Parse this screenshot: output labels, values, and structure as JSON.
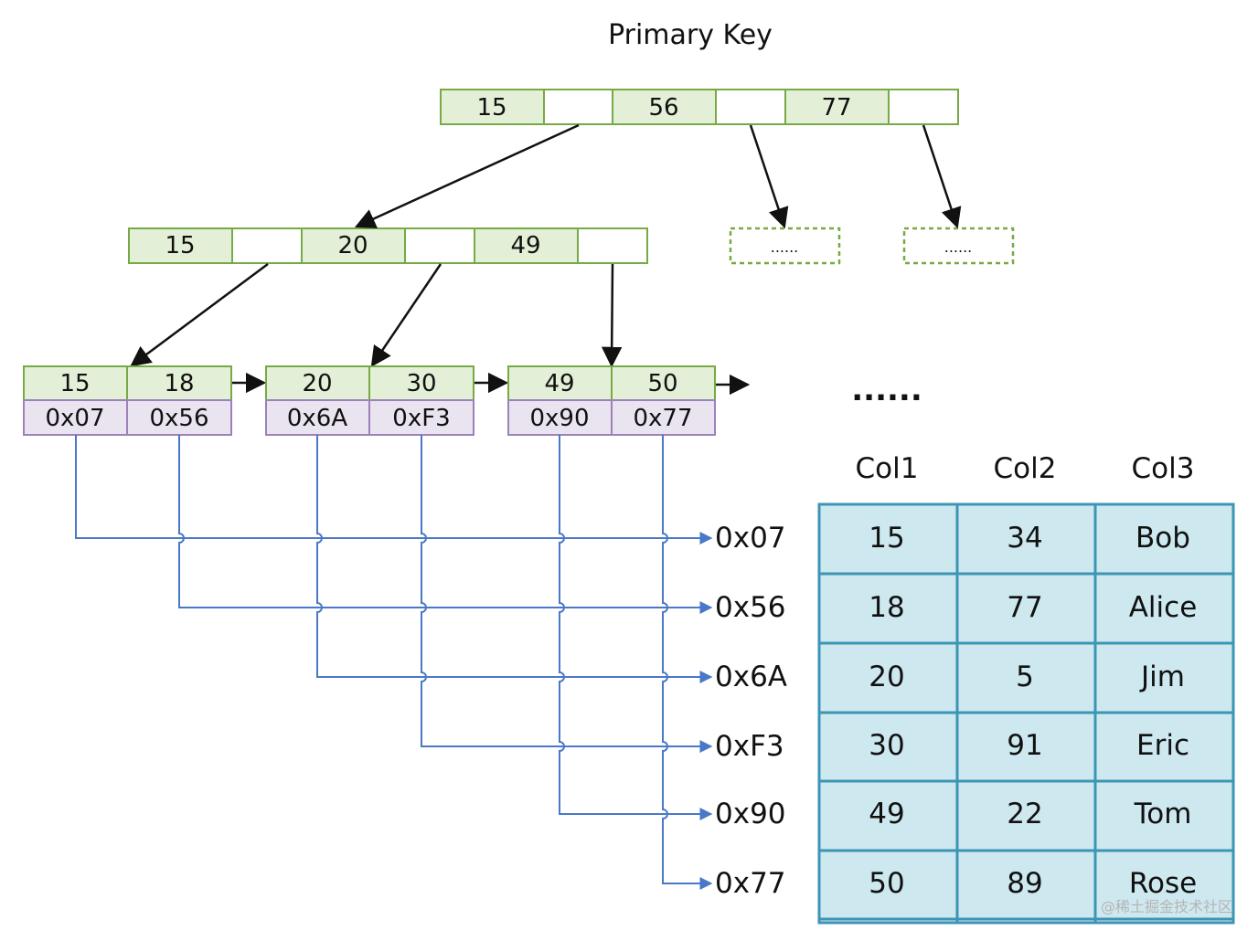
{
  "title": "Primary Key",
  "root_keys": [
    "15",
    "56",
    "77"
  ],
  "internal_keys": [
    "15",
    "20",
    "49"
  ],
  "placeholder_label": "......",
  "leaves": [
    {
      "keys": [
        "15",
        "18"
      ],
      "ptrs": [
        "0x07",
        "0x56"
      ]
    },
    {
      "keys": [
        "20",
        "30"
      ],
      "ptrs": [
        "0x6A",
        "0xF3"
      ]
    },
    {
      "keys": [
        "49",
        "50"
      ],
      "ptrs": [
        "0x90",
        "0x77"
      ]
    }
  ],
  "ellipsis": "......",
  "address_labels": [
    "0x07",
    "0x56",
    "0x6A",
    "0xF3",
    "0x90",
    "0x77"
  ],
  "table": {
    "headers": [
      "Col1",
      "Col2",
      "Col3"
    ],
    "rows": [
      [
        "15",
        "34",
        "Bob"
      ],
      [
        "18",
        "77",
        "Alice"
      ],
      [
        "20",
        "5",
        "Jim"
      ],
      [
        "30",
        "91",
        "Eric"
      ],
      [
        "49",
        "22",
        "Tom"
      ],
      [
        "50",
        "89",
        "Rose"
      ]
    ]
  },
  "watermark": "@稀土掘金技术社区",
  "colors": {
    "key_fill": "#e3efd6",
    "key_stroke": "#77aa44",
    "ptr_fill": "#eae3f0",
    "ptr_stroke": "#9b82b8",
    "link_line": "#4a78c8",
    "table_fill": "#cde8ef",
    "table_stroke": "#3d95b5",
    "arrow": "#111111"
  }
}
